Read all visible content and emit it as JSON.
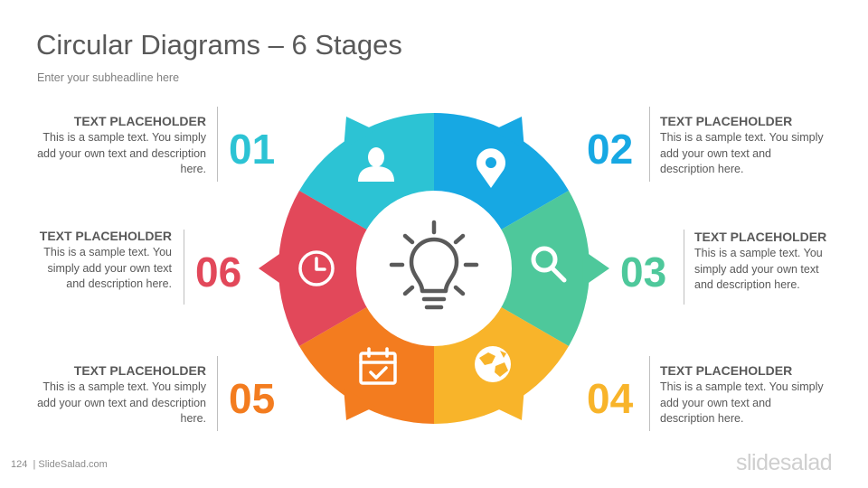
{
  "header": {
    "title": "Circular Diagrams – 6 Stages",
    "subtitle": "Enter your subheadline  here"
  },
  "stages": [
    {
      "number": "01",
      "heading": "TEXT PLACEHOLDER",
      "text": "This is a sample text. You simply add your own text and description here.",
      "color": "#2cc3d4",
      "icon": "user-icon"
    },
    {
      "number": "02",
      "heading": "TEXT PLACEHOLDER",
      "text": "This is a sample text. You simply add your own text and description here.",
      "color": "#17a8e3",
      "icon": "map-pin-icon"
    },
    {
      "number": "03",
      "heading": "TEXT PLACEHOLDER",
      "text": "This is a sample text. You simply add your own text and description here.",
      "color": "#4ec89b",
      "icon": "search-icon"
    },
    {
      "number": "04",
      "heading": "TEXT PLACEHOLDER",
      "text": "This is a sample text. You simply add your own text and description here.",
      "color": "#f8b42a",
      "icon": "globe-icon"
    },
    {
      "number": "05",
      "heading": "TEXT PLACEHOLDER",
      "text": "This is a sample text. You simply add your own text and description here.",
      "color": "#f37c1f",
      "icon": "calendar-check-icon"
    },
    {
      "number": "06",
      "heading": "TEXT PLACEHOLDER",
      "text": "This is a sample text. You simply add your own text and description here.",
      "color": "#e2485a",
      "icon": "clock-icon"
    }
  ],
  "center_icon": "lightbulb-icon",
  "footer": {
    "page": "124",
    "site": "| SlideSalad.com",
    "brand": "slidesalad"
  }
}
